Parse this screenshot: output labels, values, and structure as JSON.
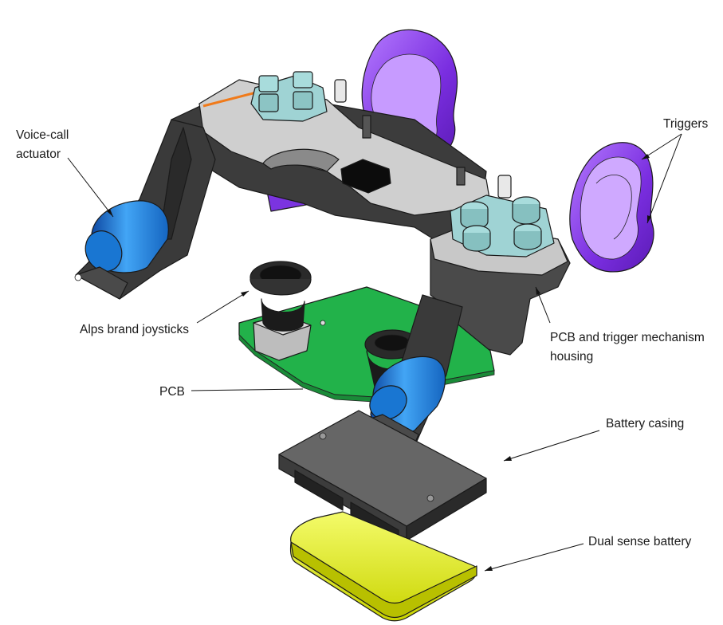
{
  "labels": {
    "voice_call_line1": "Voice-call",
    "voice_call_line2": "actuator",
    "triggers": "Triggers",
    "joysticks": "Alps brand joysticks",
    "pcb": "PCB",
    "housing_line1": "PCB and trigger mechanism",
    "housing_line2": "housing",
    "battery_casing": "Battery casing",
    "battery": "Dual sense battery"
  },
  "colors": {
    "housing_light": "#cfcfcf",
    "housing_dark": "#3c3c3c",
    "actuator": "#1e88e5",
    "trigger": "#8e3ff0",
    "button_cap": "#9fd3d4",
    "pcb": "#22b24a",
    "battery": "#e3f024",
    "casing": "#555555"
  }
}
